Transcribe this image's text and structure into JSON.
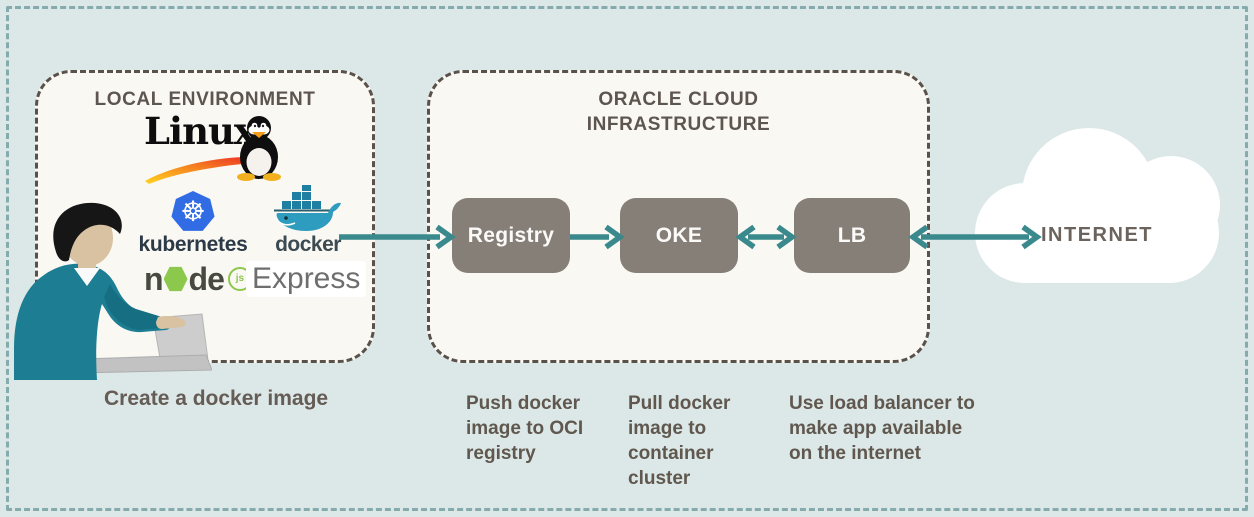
{
  "colors": {
    "canvas_bg": "#dce7e7",
    "outer_border": "#85abad",
    "panel_bg": "#faf8f3",
    "panel_border": "#59514a",
    "flow_node_bg": "#867f78",
    "arrow": "#3a898d",
    "title_text": "#5d554f",
    "caption_text": "#60584f",
    "kubernetes_blue": "#326ce5",
    "node_green": "#8cc84b",
    "docker_teal": "#2e9cbe"
  },
  "local_env": {
    "title": "LOCAL ENVIRONMENT",
    "caption": "Create a docker image",
    "linux": {
      "wordmark": "Linux",
      "tm": "™"
    },
    "kubernetes": {
      "label": "kubernetes",
      "wheel_glyph": "☸"
    },
    "docker": {
      "label": "docker"
    },
    "nodejs": {
      "part1": "n",
      "part2": "de",
      "badge": "js"
    },
    "express": {
      "label": "Express"
    }
  },
  "oci": {
    "title_line1": "ORACLE CLOUD",
    "title_line2": "INFRASTRUCTURE",
    "nodes": [
      {
        "id": "registry",
        "label": "Registry",
        "caption": "Push docker image to OCI registry"
      },
      {
        "id": "oke",
        "label": "OKE",
        "caption": "Pull docker image to container cluster"
      },
      {
        "id": "lb",
        "label": "LB",
        "caption": "Use load balancer to make app available on the internet"
      }
    ]
  },
  "internet": {
    "label": "INTERNET"
  },
  "flow": {
    "arrows": [
      {
        "from": "docker",
        "to": "registry",
        "direction": "right"
      },
      {
        "from": "registry",
        "to": "oke",
        "direction": "right"
      },
      {
        "from": "oke",
        "to": "lb",
        "direction": "both"
      },
      {
        "from": "lb",
        "to": "internet",
        "direction": "both"
      }
    ]
  }
}
